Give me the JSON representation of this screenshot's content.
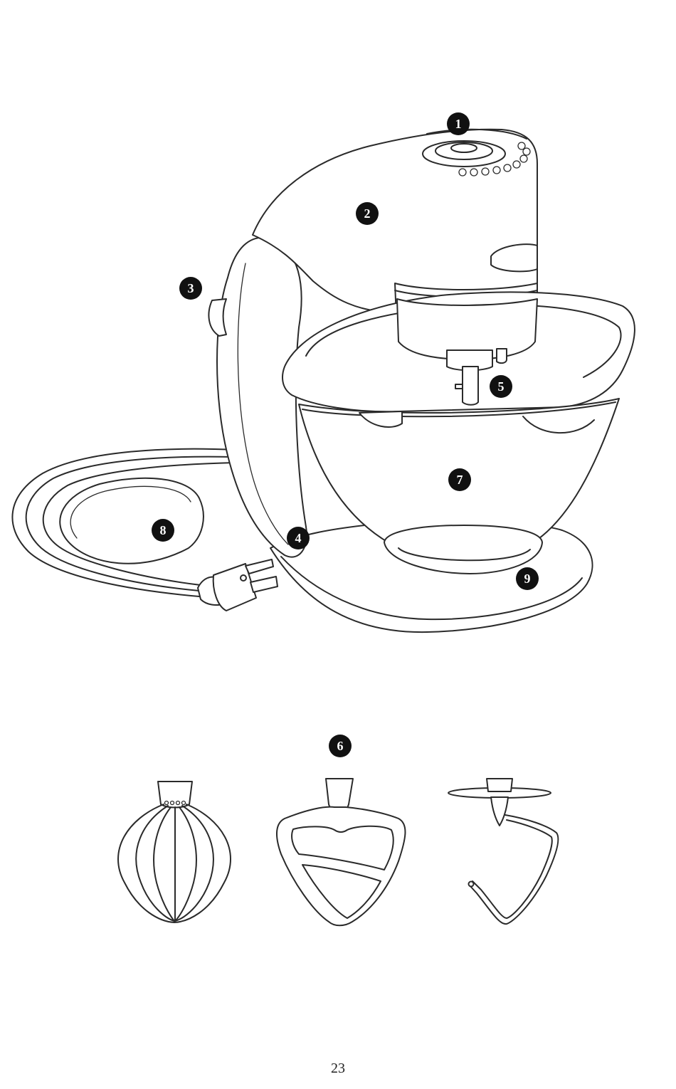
{
  "callouts": {
    "c1": "1",
    "c2": "2",
    "c3": "3",
    "c4": "4",
    "c5": "5",
    "c6": "6",
    "c7": "7",
    "c8": "8",
    "c9": "9"
  },
  "page_number": "23",
  "colors": {
    "ink": "#2a2a2a",
    "callout_fill": "#111111",
    "paper": "#ffffff"
  }
}
